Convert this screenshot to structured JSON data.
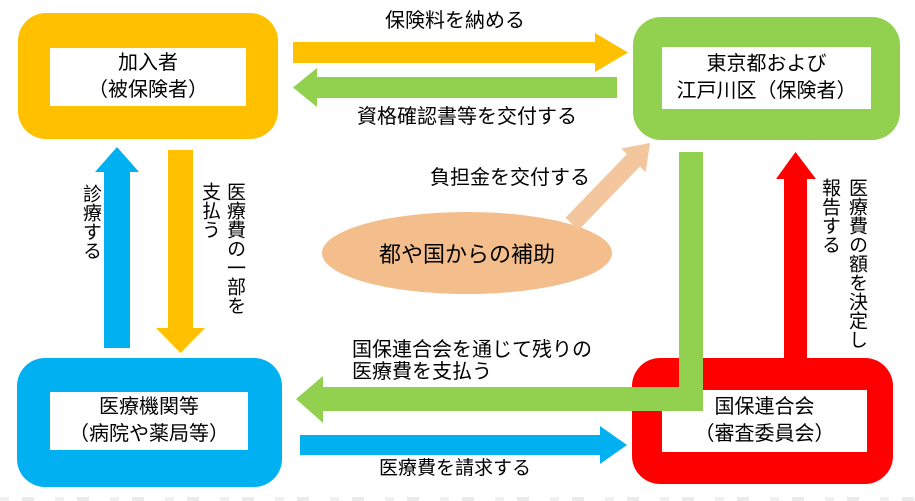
{
  "colors": {
    "yellow": "#FFC000",
    "green": "#92D050",
    "blue": "#00B0F0",
    "red": "#FF0000",
    "peach": "#F4BE8C",
    "peach_arrow": "#F3C69D",
    "text": "#000000",
    "background": "#FFFFFF"
  },
  "nodes": {
    "insured": {
      "label": "加入者\n（被保険者）",
      "color": "yellow"
    },
    "insurer": {
      "label": "東京都および\n江戸川区（保険者）",
      "color": "green"
    },
    "medical": {
      "label": "医療機関等\n（病院や薬局等）",
      "color": "blue"
    },
    "federation": {
      "label": "国保連合会\n（審査委員会）",
      "color": "red"
    }
  },
  "subsidy": {
    "label": "都や国からの補助"
  },
  "arrows": {
    "pay_premium": {
      "label": "保険料を納める",
      "from": "加入者（被保険者）",
      "to": "東京都および江戸川区（保険者）",
      "color": "yellow",
      "direction": "right"
    },
    "issue_certificate": {
      "label": "資格確認書等を交付する",
      "from": "東京都および江戸川区（保険者）",
      "to": "加入者（被保険者）",
      "color": "green",
      "direction": "left"
    },
    "provide_care": {
      "label": "診療する",
      "from": "医療機関等（病院や薬局等）",
      "to": "加入者（被保険者）",
      "color": "blue",
      "direction": "up"
    },
    "pay_partial": {
      "label": "医療費の一部を\n支払う",
      "from": "加入者（被保険者）",
      "to": "医療機関等（病院や薬局等）",
      "color": "yellow",
      "direction": "down"
    },
    "grant_subsidy": {
      "label": "負担金を交付する",
      "from": "都や国からの補助",
      "to": "東京都および江戸川区（保険者）",
      "color": "peach_arrow",
      "direction": "up-right"
    },
    "pay_remaining": {
      "label": "国保連合会を通じて残りの\n医療費を支払う",
      "from": "東京都および江戸川区（保険者）",
      "to": "医療機関等（病院や薬局等）",
      "color": "green",
      "direction": "down-then-left"
    },
    "bill_fees": {
      "label": "医療費を請求する",
      "from": "医療機関等（病院や薬局等）",
      "to": "国保連合会（審査委員会）",
      "color": "blue",
      "direction": "right"
    },
    "report_amount": {
      "label": "医療費の額を決定し\n報告する",
      "from": "国保連合会（審査委員会）",
      "to": "東京都および江戸川区（保険者）",
      "color": "red",
      "direction": "up"
    }
  }
}
